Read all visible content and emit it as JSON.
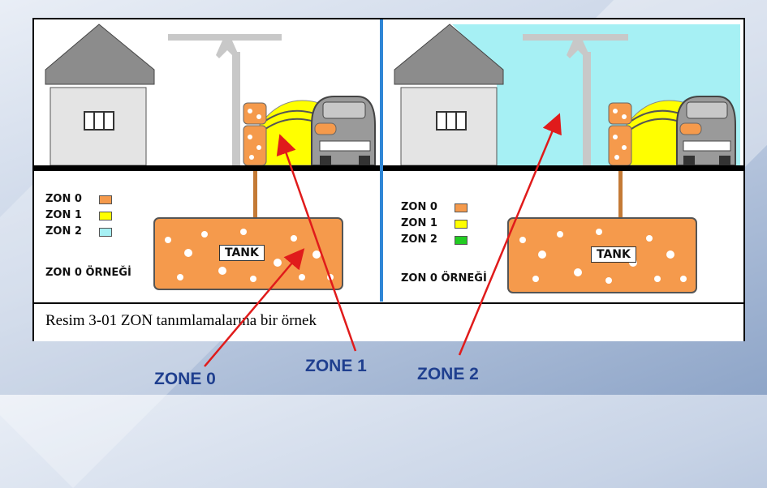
{
  "caption": "Resim 3-01 ZON tanımlamalarına bir örnek",
  "left_panel": {
    "legend": [
      {
        "label": "ZON 0",
        "swatch_color": "#f4a460"
      },
      {
        "label": "ZON 1",
        "swatch_color": "#ffff00"
      },
      {
        "label": "ZON 2",
        "swatch_color": "#a6f0f4"
      }
    ],
    "example_label": "ZON 0 ÖRNEĞİ",
    "tank_label": "TANK"
  },
  "right_panel": {
    "legend": [
      {
        "label": "ZON 0",
        "swatch_color": "#f4a460"
      },
      {
        "label": "ZON 1",
        "swatch_color": "#ffff00"
      },
      {
        "label": "ZON 2",
        "swatch_color": "#22cc22"
      }
    ],
    "example_label": "ZON 0 ÖRNEĞİ",
    "tank_label": "TANK"
  },
  "callouts": {
    "zone0": "ZONE 0",
    "zone1": "ZONE 1",
    "zone2": "ZONE 2"
  },
  "colors": {
    "zone0": "#f59a4c",
    "zone1": "#ffff00",
    "zone2": "#a6f0f4",
    "arrow": "#e01b1b",
    "callout_text": "#1f3f8f",
    "divider": "#2f86d6"
  }
}
